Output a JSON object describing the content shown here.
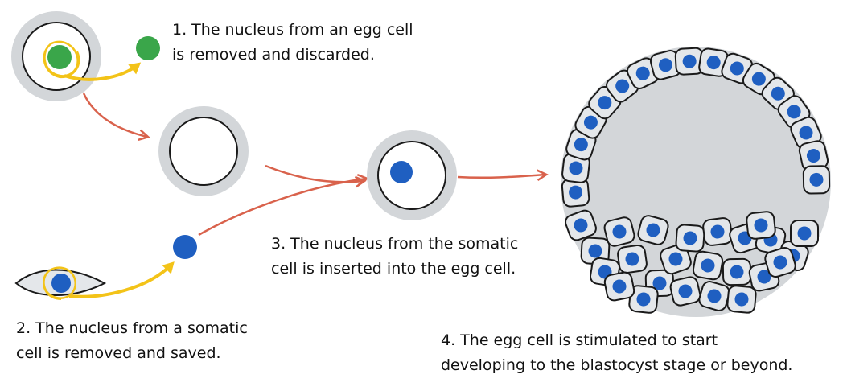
{
  "colors": {
    "zona": "#d3d6d9",
    "cell_fill": "#e4e7ea",
    "outline": "#1a1a1a",
    "nucleus_blue": "#1f5fc1",
    "nucleus_green": "#3aa64a",
    "arrow_yellow": "#f3c318",
    "arrow_red": "#d9624c",
    "text": "#111111"
  },
  "steps": [
    {
      "lines": [
        "1. The nucleus from an egg cell",
        "is removed and discarded."
      ]
    },
    {
      "lines": [
        "2. The nucleus from a somatic",
        "cell is removed and saved."
      ]
    },
    {
      "lines": [
        "3. The nucleus from the somatic",
        "cell is inserted into the egg cell."
      ]
    },
    {
      "lines": [
        "4. The egg cell is stimulated to start",
        "developing to the blastocyst stage or beyond."
      ]
    }
  ],
  "icons": [
    "egg-cell-with-nucleus-icon",
    "discarded-green-nucleus-icon",
    "enucleated-egg-cell-icon",
    "somatic-cell-icon",
    "somatic-nucleus-icon",
    "reconstructed-egg-cell-icon",
    "blastocyst-icon"
  ]
}
